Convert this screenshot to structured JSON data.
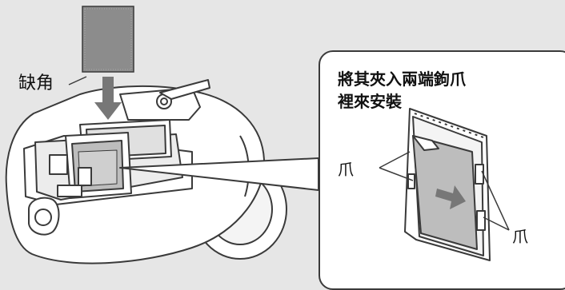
{
  "labels": {
    "notch": "缺角",
    "callout_line1": "將其夾入兩端鉤爪",
    "callout_line2": "裡來安裝",
    "claw_left": "爪",
    "claw_right": "爪"
  },
  "colors": {
    "background": "#e6e6e6",
    "callout_fill": "#ffffff",
    "outline": "#3a3a3a",
    "filter_sheet": "#8c8c8c",
    "arrow": "#777777",
    "body": "#ffffff"
  },
  "icons": {
    "insert_arrow": "down-arrow",
    "slide_arrow": "right-arrow"
  }
}
